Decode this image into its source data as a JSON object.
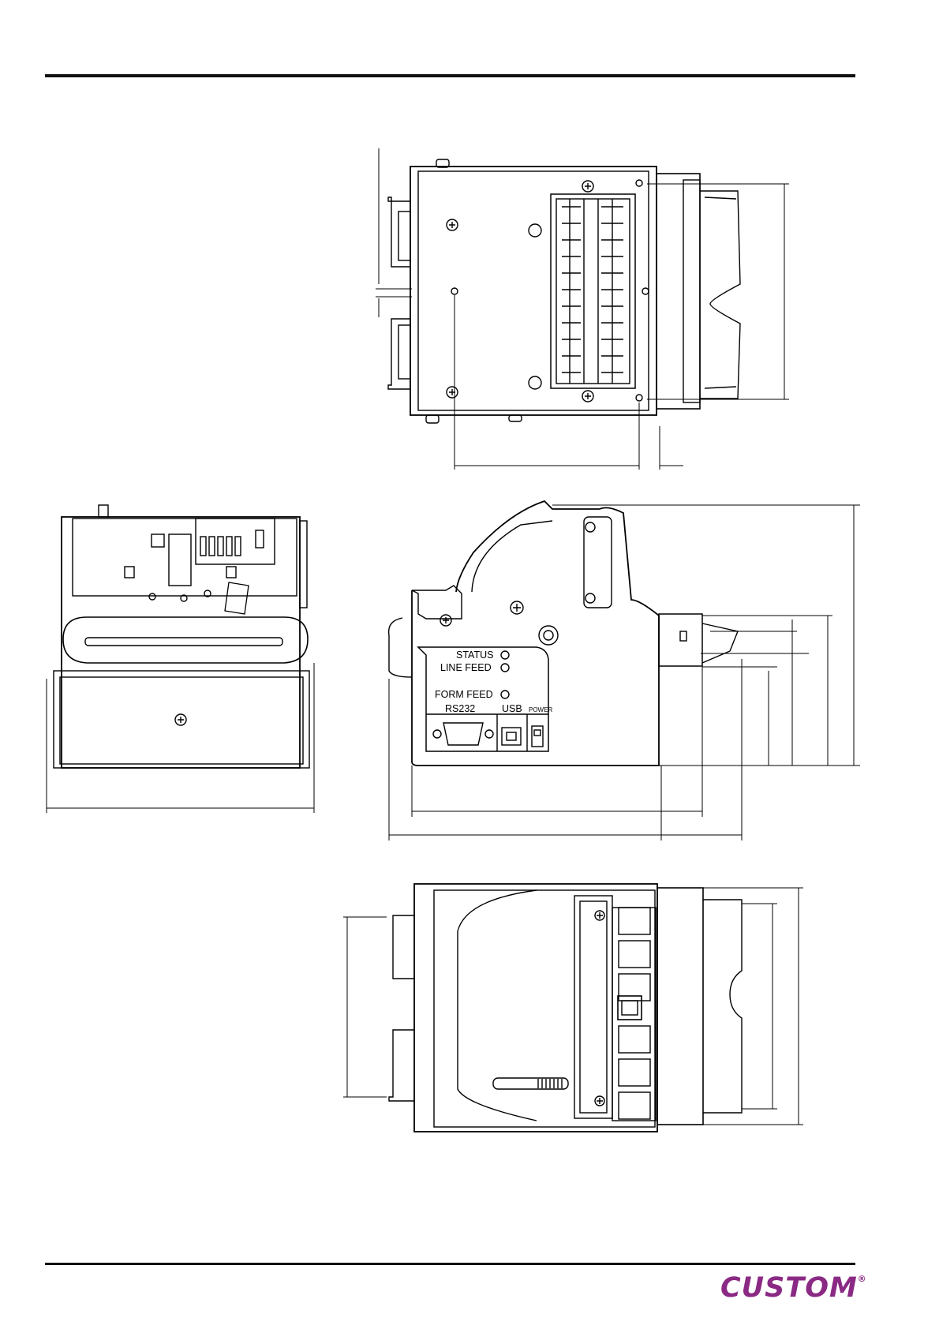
{
  "brand": {
    "name": "CUSTOM",
    "mark": "®",
    "color": "#8a2a84"
  },
  "panel_labels": {
    "status": "STATUS",
    "line_feed": "LINE  FEED",
    "form_feed": "FORM  FEED",
    "rs232": "RS232",
    "usb": "USB",
    "power": "POWER"
  }
}
